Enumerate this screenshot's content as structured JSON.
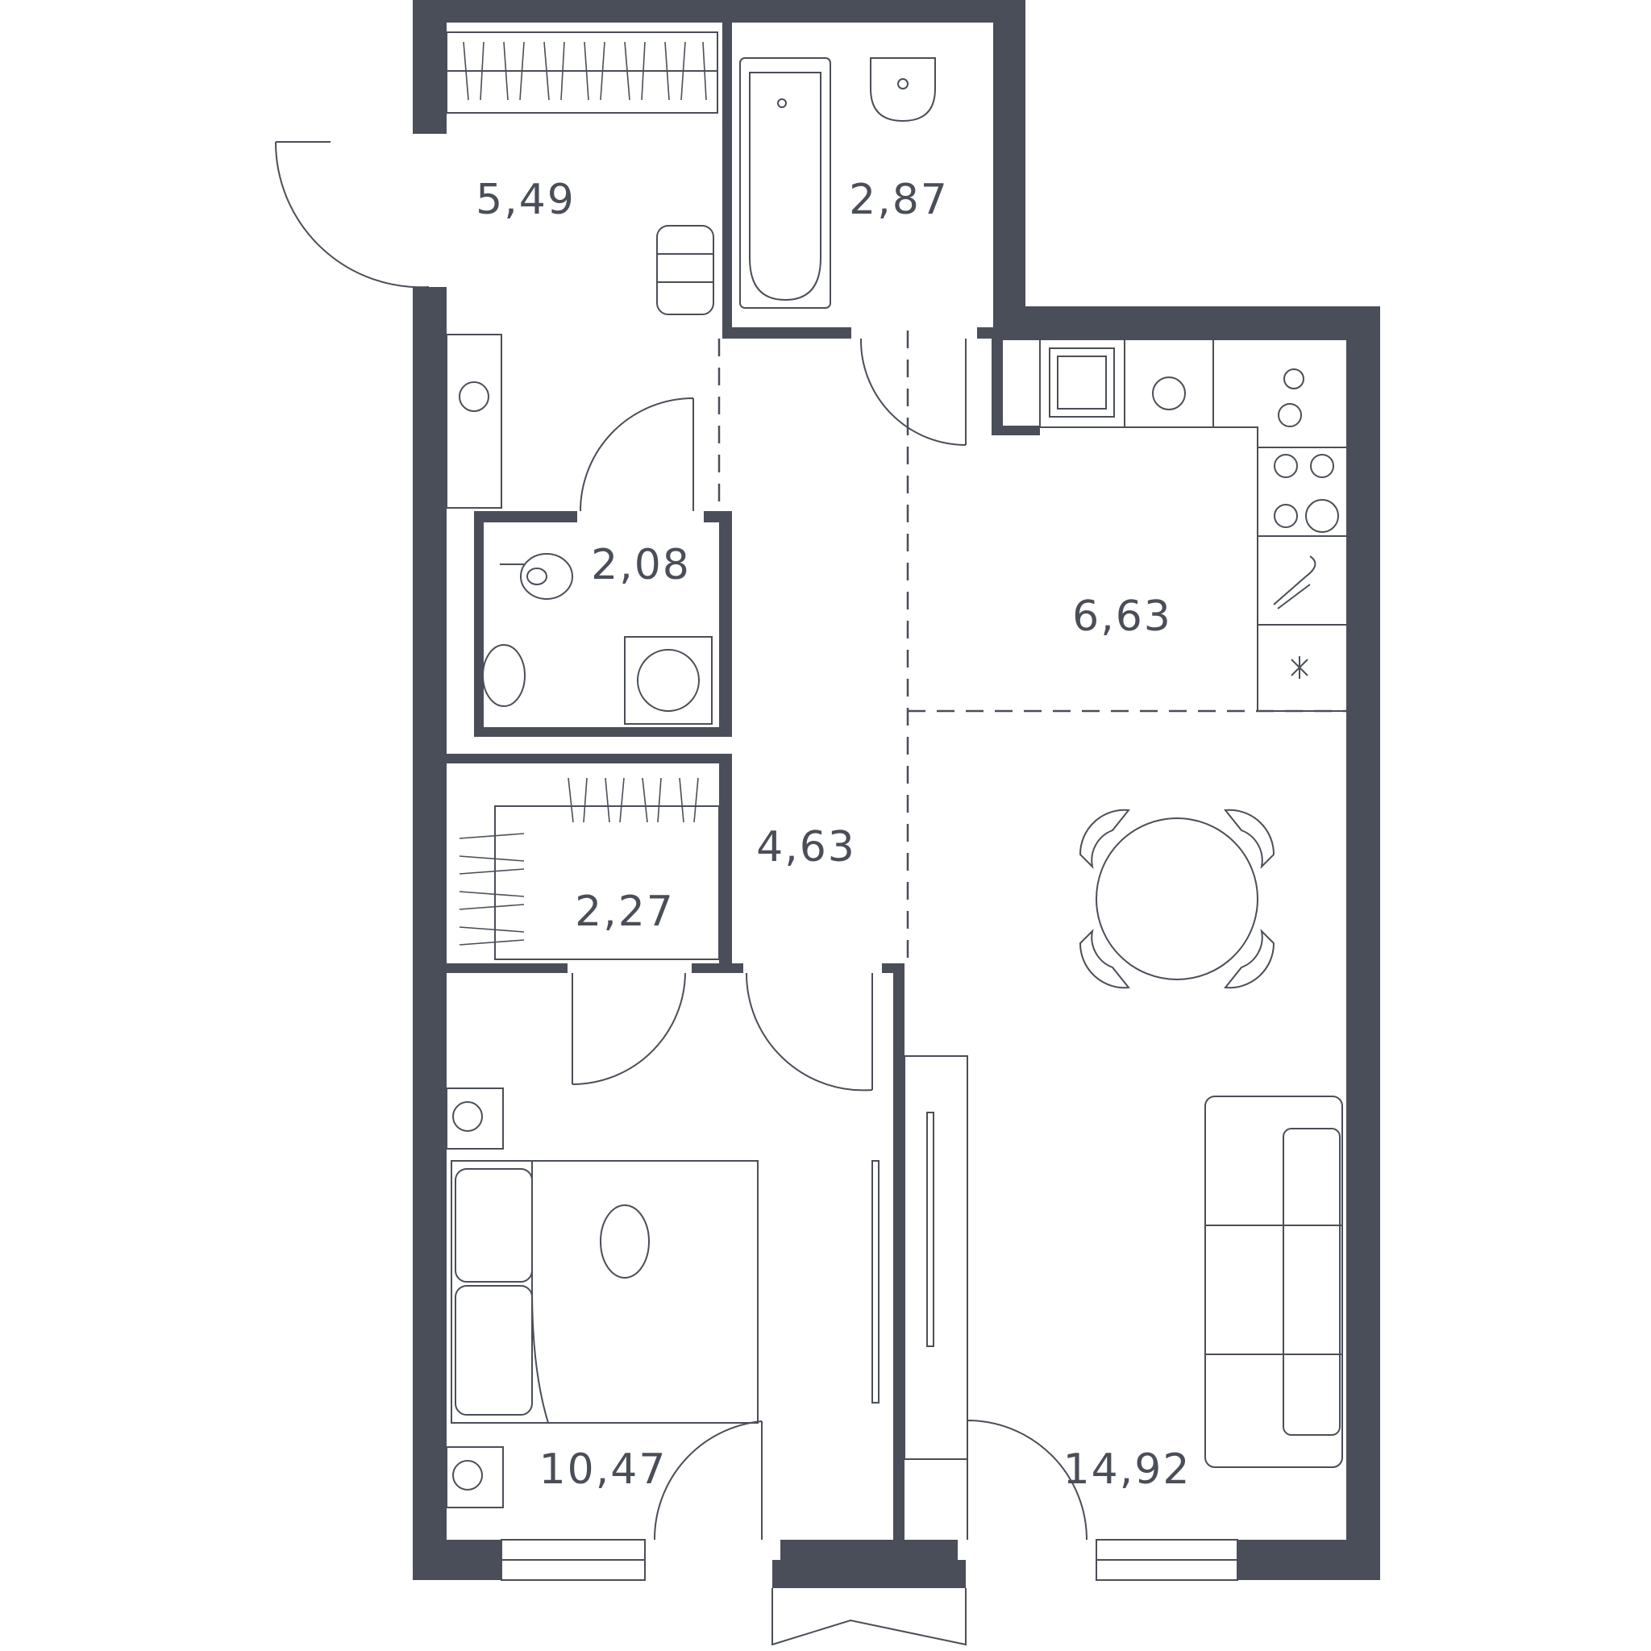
{
  "rooms": [
    {
      "id": "hall",
      "area": "5,49"
    },
    {
      "id": "bathroom",
      "area": "2,87"
    },
    {
      "id": "wc",
      "area": "2,08"
    },
    {
      "id": "kitchen",
      "area": "6,63"
    },
    {
      "id": "corridor",
      "area": "4,63"
    },
    {
      "id": "wardrobe",
      "area": "2,27"
    },
    {
      "id": "bedroom",
      "area": "10,47"
    },
    {
      "id": "living",
      "area": "14,92"
    }
  ],
  "colors": {
    "walls": "#4a4e58",
    "background": "#ffffff"
  }
}
